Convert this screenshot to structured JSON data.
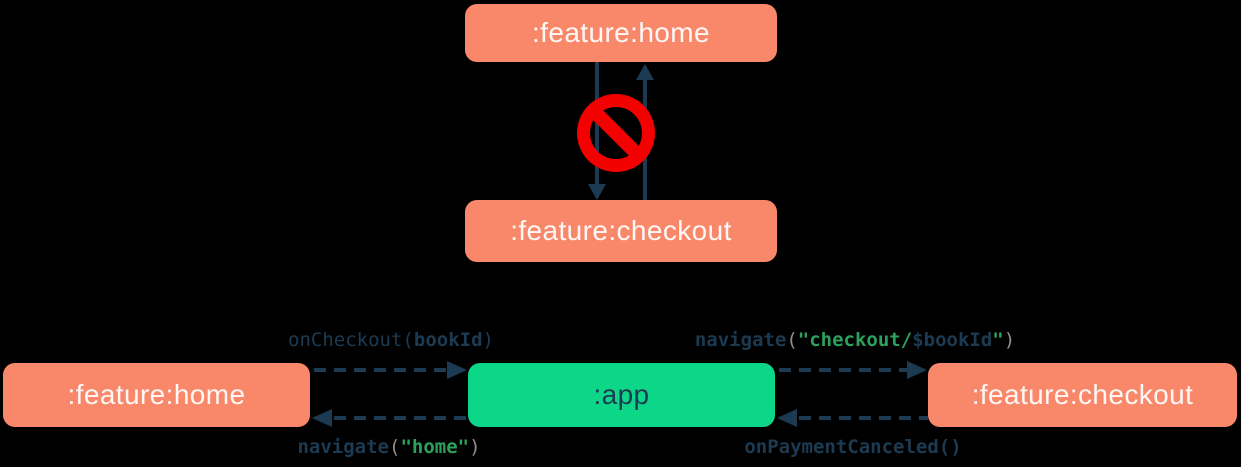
{
  "colors": {
    "background": "#000000",
    "module_box": "#F9886A",
    "app_box": "#0CD687",
    "navy": "#1C3B52",
    "green": "#2BA15C",
    "gray": "#8F8F8F",
    "prohibited_red": "#F30000",
    "module_text": "#FEF7F5"
  },
  "top_diagram": {
    "home_box": ":feature:home",
    "checkout_box": ":feature:checkout",
    "prohibited_icon": "no-entry-sign"
  },
  "bottom_diagram": {
    "home_box": ":feature:home",
    "app_box": ":app",
    "checkout_box": ":feature:checkout",
    "edge_labels": {
      "on_checkout": [
        {
          "text": "onCheckout(",
          "color": "navy",
          "bold": false
        },
        {
          "text": "bookId",
          "color": "navy",
          "bold": true
        },
        {
          "text": ")",
          "color": "navy",
          "bold": false
        }
      ],
      "navigate_home": [
        {
          "text": "navigate",
          "color": "navy",
          "bold": true
        },
        {
          "text": "(",
          "color": "gray",
          "bold": false
        },
        {
          "text": "\"home\"",
          "color": "green",
          "bold": true
        },
        {
          "text": ")",
          "color": "gray",
          "bold": false
        }
      ],
      "navigate_checkout": [
        {
          "text": "navigate",
          "color": "navy",
          "bold": true
        },
        {
          "text": "(",
          "color": "gray",
          "bold": false
        },
        {
          "text": "\"checkout/",
          "color": "green",
          "bold": true
        },
        {
          "text": "$bookId",
          "color": "navy",
          "bold": true
        },
        {
          "text": "\"",
          "color": "green",
          "bold": true
        },
        {
          "text": ")",
          "color": "gray",
          "bold": false
        }
      ],
      "on_payment_canceled": [
        {
          "text": "onPaymentCanceled()",
          "color": "navy",
          "bold": true
        }
      ]
    }
  }
}
